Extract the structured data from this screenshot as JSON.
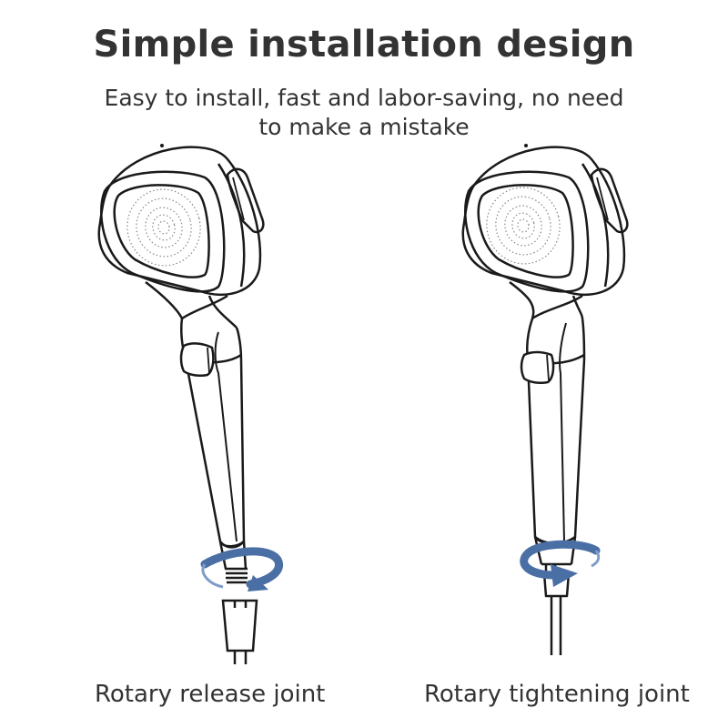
{
  "header": {
    "title": "Simple installation design",
    "subtitle_line1": "Easy to install, fast and labor-saving, no need",
    "subtitle_line2": "to make a mistake"
  },
  "illustrations": [
    {
      "name": "shower-head-release",
      "icon": "shower-head-icon",
      "arrow": "rotate-arrow-icon",
      "caption": "Rotary release joint"
    },
    {
      "name": "shower-head-tightening",
      "icon": "shower-head-icon",
      "arrow": "rotate-arrow-icon",
      "caption": "Rotary tightening joint"
    }
  ],
  "colors": {
    "text": "#333333",
    "line": "#1a1a1a",
    "arrow": "#4a6fa5",
    "arrow_light": "#7f9cc8",
    "background": "#ffffff"
  }
}
